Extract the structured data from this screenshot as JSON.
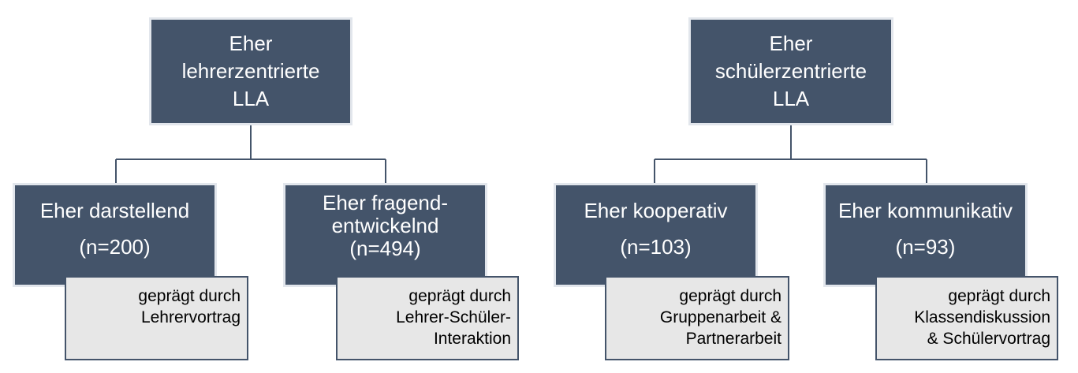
{
  "colors": {
    "node_fill": "#44546a",
    "node_text": "#ffffff",
    "sub_fill": "#e7e7e7",
    "sub_border": "#44546a",
    "connector": "#44546a"
  },
  "left_tree": {
    "root": {
      "label": "Eher\nlehrerzentrierte\nLLA"
    },
    "children": [
      {
        "label": "Eher darstellend",
        "count": "(n=200)",
        "detail": "geprägt durch\nLehrervortrag"
      },
      {
        "label": "Eher fragend-\nentwickelnd",
        "count": "(n=494)",
        "detail": "geprägt durch\nLehrer-Schüler-\nInteraktion"
      }
    ]
  },
  "right_tree": {
    "root": {
      "label": "Eher\nschülerzentrierte\nLLA"
    },
    "children": [
      {
        "label": "Eher kooperativ",
        "count": "(n=103)",
        "detail": "geprägt durch\nGruppenarbeit &\nPartnerarbeit"
      },
      {
        "label": "Eher kommunikativ",
        "count": "(n=93)",
        "detail": "geprägt durch\nKlassendiskussion\n& Schülervortrag"
      }
    ]
  }
}
